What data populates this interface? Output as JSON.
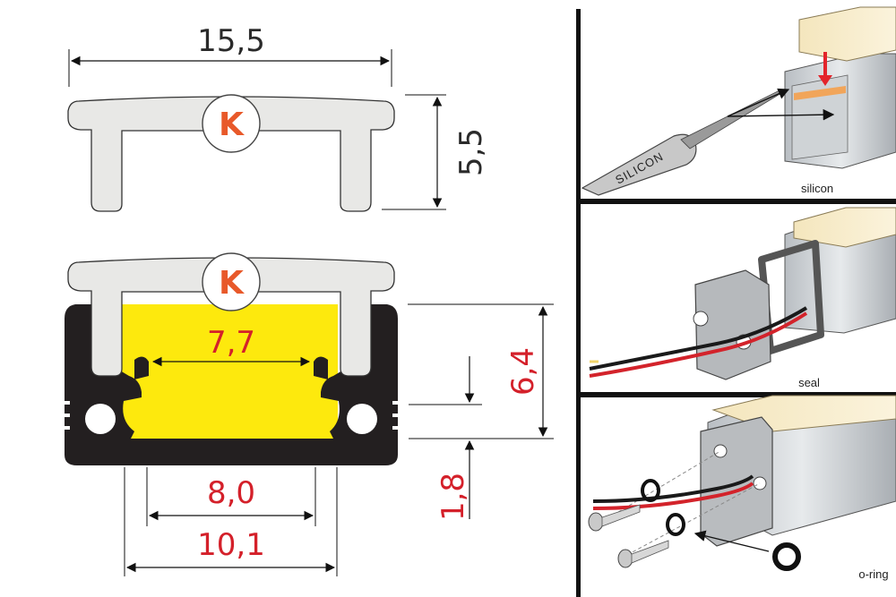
{
  "drawing": {
    "cover": {
      "badge_letter": "K",
      "width_label": "15,5",
      "height_label": "5,5"
    },
    "profile": {
      "badge_letter": "K",
      "inner_width_label": "7,7",
      "height_label": "6,4",
      "base_height_label": "1,8",
      "bottom_inner_width_label": "8,0",
      "bottom_outer_width_label": "10,1"
    },
    "colors": {
      "profile_dark": "#231f20",
      "cover_fill": "#e8e8e6",
      "led_yellow": "#fde90d",
      "badge_orange": "#e8592a",
      "dimension_red": "#d4202a"
    }
  },
  "steps": [
    {
      "label": "silicon",
      "tube_text": "SILICON"
    },
    {
      "label": "seal"
    },
    {
      "label": "o-ring"
    }
  ]
}
